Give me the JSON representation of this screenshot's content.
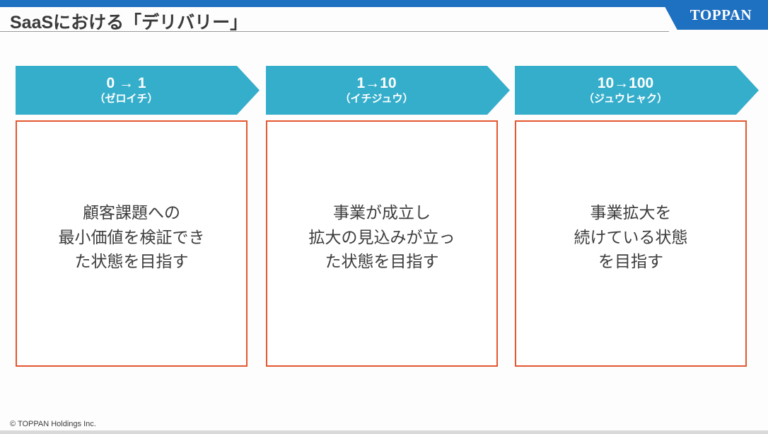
{
  "slide": {
    "title": "SaaSにおける「デリバリー」",
    "logo_text": "TOPPAN",
    "footer_text": "© TOPPAN Holdings Inc."
  },
  "colors": {
    "brand_blue": "#1e70c0",
    "accent_teal": "#35aecb",
    "accent_orange": "#e4572f",
    "text_dark": "#3d3d3d"
  },
  "stages": [
    {
      "arrow_line1": "0 → 1",
      "arrow_line2": "（ゼロイチ）",
      "description": "顧客課題への\n最小価値を検証でき\nた状態を目指す"
    },
    {
      "arrow_line1": "1→10",
      "arrow_line2": "（イチジュウ）",
      "description": "事業が成立し\n拡大の見込みが立っ\nた状態を目指す"
    },
    {
      "arrow_line1": "10→100",
      "arrow_line2": "（ジュウヒャク）",
      "description": "事業拡大を\n続けている状態\nを目指す"
    }
  ]
}
